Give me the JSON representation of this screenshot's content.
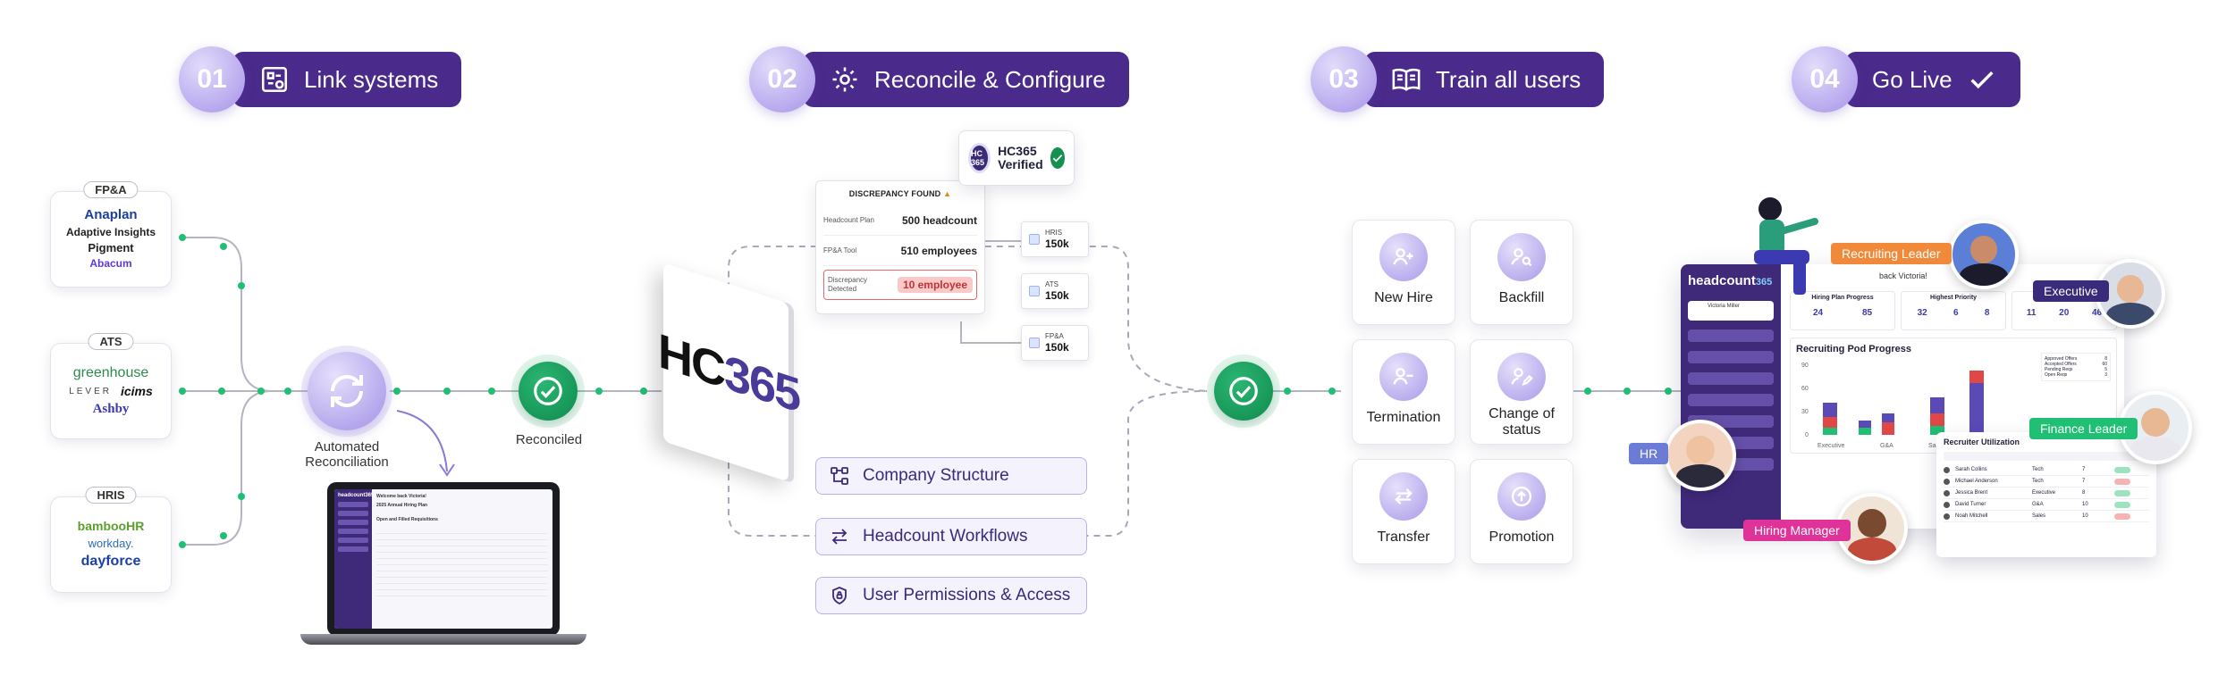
{
  "steps": [
    {
      "num": "01",
      "label": "Link systems"
    },
    {
      "num": "02",
      "label": "Reconcile & Configure"
    },
    {
      "num": "03",
      "label": "Train all users"
    },
    {
      "num": "04",
      "label": "Go Live"
    }
  ],
  "sources": {
    "fpa": {
      "tag": "FP&A",
      "logos": [
        "Anaplan",
        "Adaptive Insights",
        "Pigment",
        "Abacum"
      ]
    },
    "ats": {
      "tag": "ATS",
      "logos": [
        "greenhouse",
        "LEVER",
        "icims",
        "Ashby"
      ]
    },
    "hris": {
      "tag": "HRIS",
      "logos": [
        "bambooHR",
        "workday.",
        "dayforce"
      ]
    }
  },
  "automated": "Automated Reconciliation",
  "reconciled": "Reconciled",
  "laptop": {
    "brand": "headcount365",
    "welcome": "Welcome back Victoria!",
    "plan": "2025 Annual Hiring Plan",
    "section": "Open and Filled Requisitions"
  },
  "discrepancy": {
    "title": "DISCREPANCY FOUND",
    "rows": [
      {
        "label": "Headcount Plan",
        "value": "500 headcount"
      },
      {
        "label": "FP&A Tool",
        "value": "510  employees"
      },
      {
        "label": "Discrepancy Detected",
        "value": "10 employee"
      }
    ]
  },
  "minis": [
    {
      "label": "HRIS",
      "value": "150k"
    },
    {
      "label": "ATS",
      "value": "150k"
    },
    {
      "label": "FP&A",
      "value": "150k"
    }
  ],
  "verified": {
    "seal": "HC 365",
    "text": "HC365 Verified"
  },
  "cube": {
    "a": "HC",
    "b": "365"
  },
  "features": [
    "Company Structure",
    "Headcount Workflows",
    "User Permissions & Access"
  ],
  "tiles": [
    "New Hire",
    "Backfill",
    "Termination",
    "Change of status",
    "Transfer",
    "Promotion"
  ],
  "dashboard": {
    "brand": "headcount",
    "brand_suffix": "365",
    "welcome": "back Victoria!",
    "user": "Victoria Miller",
    "kpis": [
      {
        "title": "Hiring Plan Progress",
        "nums": [
          "24",
          "85"
        ]
      },
      {
        "title": "Highest Priority",
        "nums": [
          "32",
          "6",
          "8"
        ]
      },
      {
        "title": "Workload",
        "nums": [
          "11",
          "20",
          "46"
        ]
      }
    ],
    "chart_title": "Recruiting Pod Progress",
    "chart_ticks": [
      "90",
      "60",
      "30",
      "0"
    ],
    "chart_cats": [
      "Executive",
      "G&A",
      "Sales"
    ],
    "legend_labels": [
      "Approved Offers",
      "Accepted Offers",
      "Pending Reqs",
      "Open Reqs"
    ],
    "legend_values": [
      "8",
      "60",
      "5",
      "3"
    ],
    "util_title": "Recruiter Utilization",
    "util_rows": [
      {
        "name": "Sarah Collins",
        "dept": "Tech",
        "cap": "7"
      },
      {
        "name": "Michael Anderson",
        "dept": "Tech",
        "cap": "7"
      },
      {
        "name": "Jessica Brent",
        "dept": "Executive",
        "cap": "8"
      },
      {
        "name": "David Turner",
        "dept": "G&A",
        "cap": "10"
      },
      {
        "name": "Noah Mitchell",
        "dept": "Sales",
        "cap": "10"
      }
    ]
  },
  "roles": [
    "Recruiting Leader",
    "Executive",
    "Finance Leader",
    "HR",
    "Hiring Manager"
  ],
  "colors": {
    "purple": "#4a2a8a",
    "green": "#14914f",
    "orange": "#f08a3a",
    "teal": "#1fbf74",
    "pink": "#e0339a",
    "slate": "#6b7bd6"
  }
}
